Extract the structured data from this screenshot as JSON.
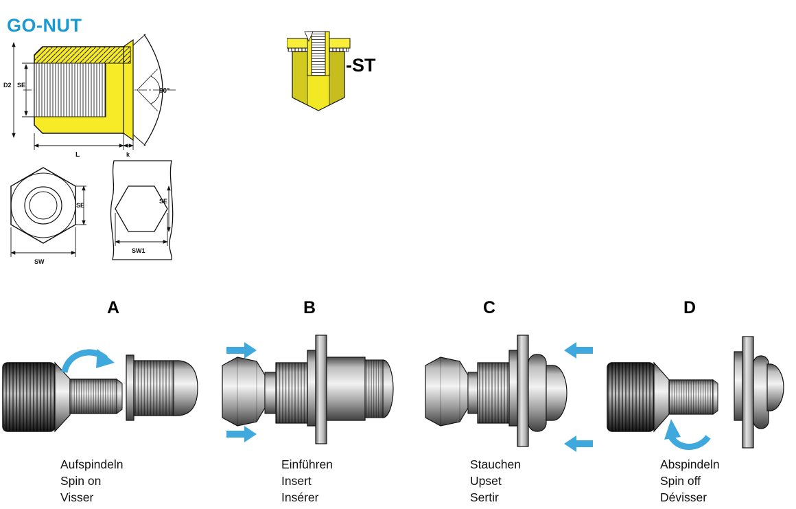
{
  "title": "GO-NUT",
  "variant": "-ST",
  "colors": {
    "title_blue": "#1b9ad2",
    "nut_yellow": "#f6eb26",
    "arrow_blue": "#3fa9dd",
    "steel_gray": "#9d9d9d"
  },
  "drawings": {
    "section_view": {
      "d2": "D2",
      "se": "SE",
      "l": "L",
      "k": "k",
      "angle": "90°"
    },
    "hex_view": {
      "sw": "SW",
      "se": "SE"
    },
    "panel_view": {
      "sw1": "SW1",
      "se": "SE"
    }
  },
  "steps": [
    {
      "letter": "A",
      "lines": [
        "Aufspindeln",
        "Spin on",
        "Visser"
      ]
    },
    {
      "letter": "B",
      "lines": [
        "Einführen",
        "Insert",
        "Insérer"
      ]
    },
    {
      "letter": "C",
      "lines": [
        "Stauchen",
        "Upset",
        "Sertir"
      ]
    },
    {
      "letter": "D",
      "lines": [
        "Abspindeln",
        "Spin off",
        "Dévisser"
      ]
    }
  ]
}
